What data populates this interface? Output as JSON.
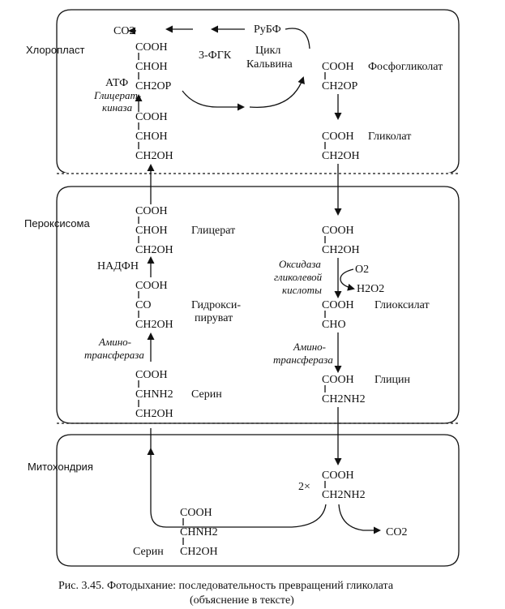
{
  "compartments": {
    "chloroplast": "Хлоропласт",
    "peroxisome": "Пероксисома",
    "mitochondrion": "Митохондрия"
  },
  "chloroplast": {
    "co2": "CO2",
    "pga_label": "3-ФГК",
    "calvin_line1": "Цикл",
    "calvin_line2": "Кальвина",
    "rubp": "РуБФ",
    "atp": "АТФ",
    "enzyme_line1": "Глицерат-",
    "enzyme_line2": "киназа",
    "pga": [
      "COOH",
      "CHOH",
      "CH2OP"
    ],
    "glycerate": [
      "COOH",
      "CHOH",
      "CH2OH"
    ],
    "phosphoglycolate": [
      "COOH",
      "CH2OP"
    ],
    "phosphoglycolate_name": "Фосфогликолат",
    "glycolate": [
      "COOH",
      "CH2OH"
    ],
    "glycolate_name": "Гликолат"
  },
  "peroxisome": {
    "glycerate": [
      "COOH",
      "CHOH",
      "CH2OH"
    ],
    "glycerate_name": "Глицерат",
    "nadh": "НАДФН",
    "hydroxypyruvate": [
      "COOH",
      "CO",
      "CH2OH"
    ],
    "hydroxypyruvate_name1": "Гидрокси-",
    "hydroxypyruvate_name2": "пируват",
    "aminotransferase_line1": "Амино-",
    "aminotransferase_line2": "трансфераза",
    "serine": [
      "COOH",
      "CHNH2",
      "CH2OH"
    ],
    "serine_name": "Серин",
    "glycolate": [
      "COOH",
      "CH2OH"
    ],
    "oxidase_line1": "Оксидаза",
    "oxidase_line2": "гликолевой",
    "oxidase_line3": "кислоты",
    "o2": "O2",
    "h2o2": "H2O2",
    "glyoxylate": [
      "COOH",
      "CHO"
    ],
    "glyoxylate_name": "Глиоксилат",
    "aminotransferase2_line1": "Амино-",
    "aminotransferase2_line2": "трансфераза",
    "glycine": [
      "COOH",
      "CH2NH2"
    ],
    "glycine_name": "Глицин"
  },
  "mitochondrion": {
    "multiplier": "2×",
    "glycine": [
      "COOH",
      "CH2NH2"
    ],
    "serine": [
      "COOH",
      "CHNH2",
      "CH2OH"
    ],
    "serine_name": "Серин",
    "co2": "CO2"
  },
  "caption": {
    "line1": "Рис. 3.45. Фотодыхание: последовательность превращений гликолата",
    "line2": "(объяснение в тексте)"
  }
}
